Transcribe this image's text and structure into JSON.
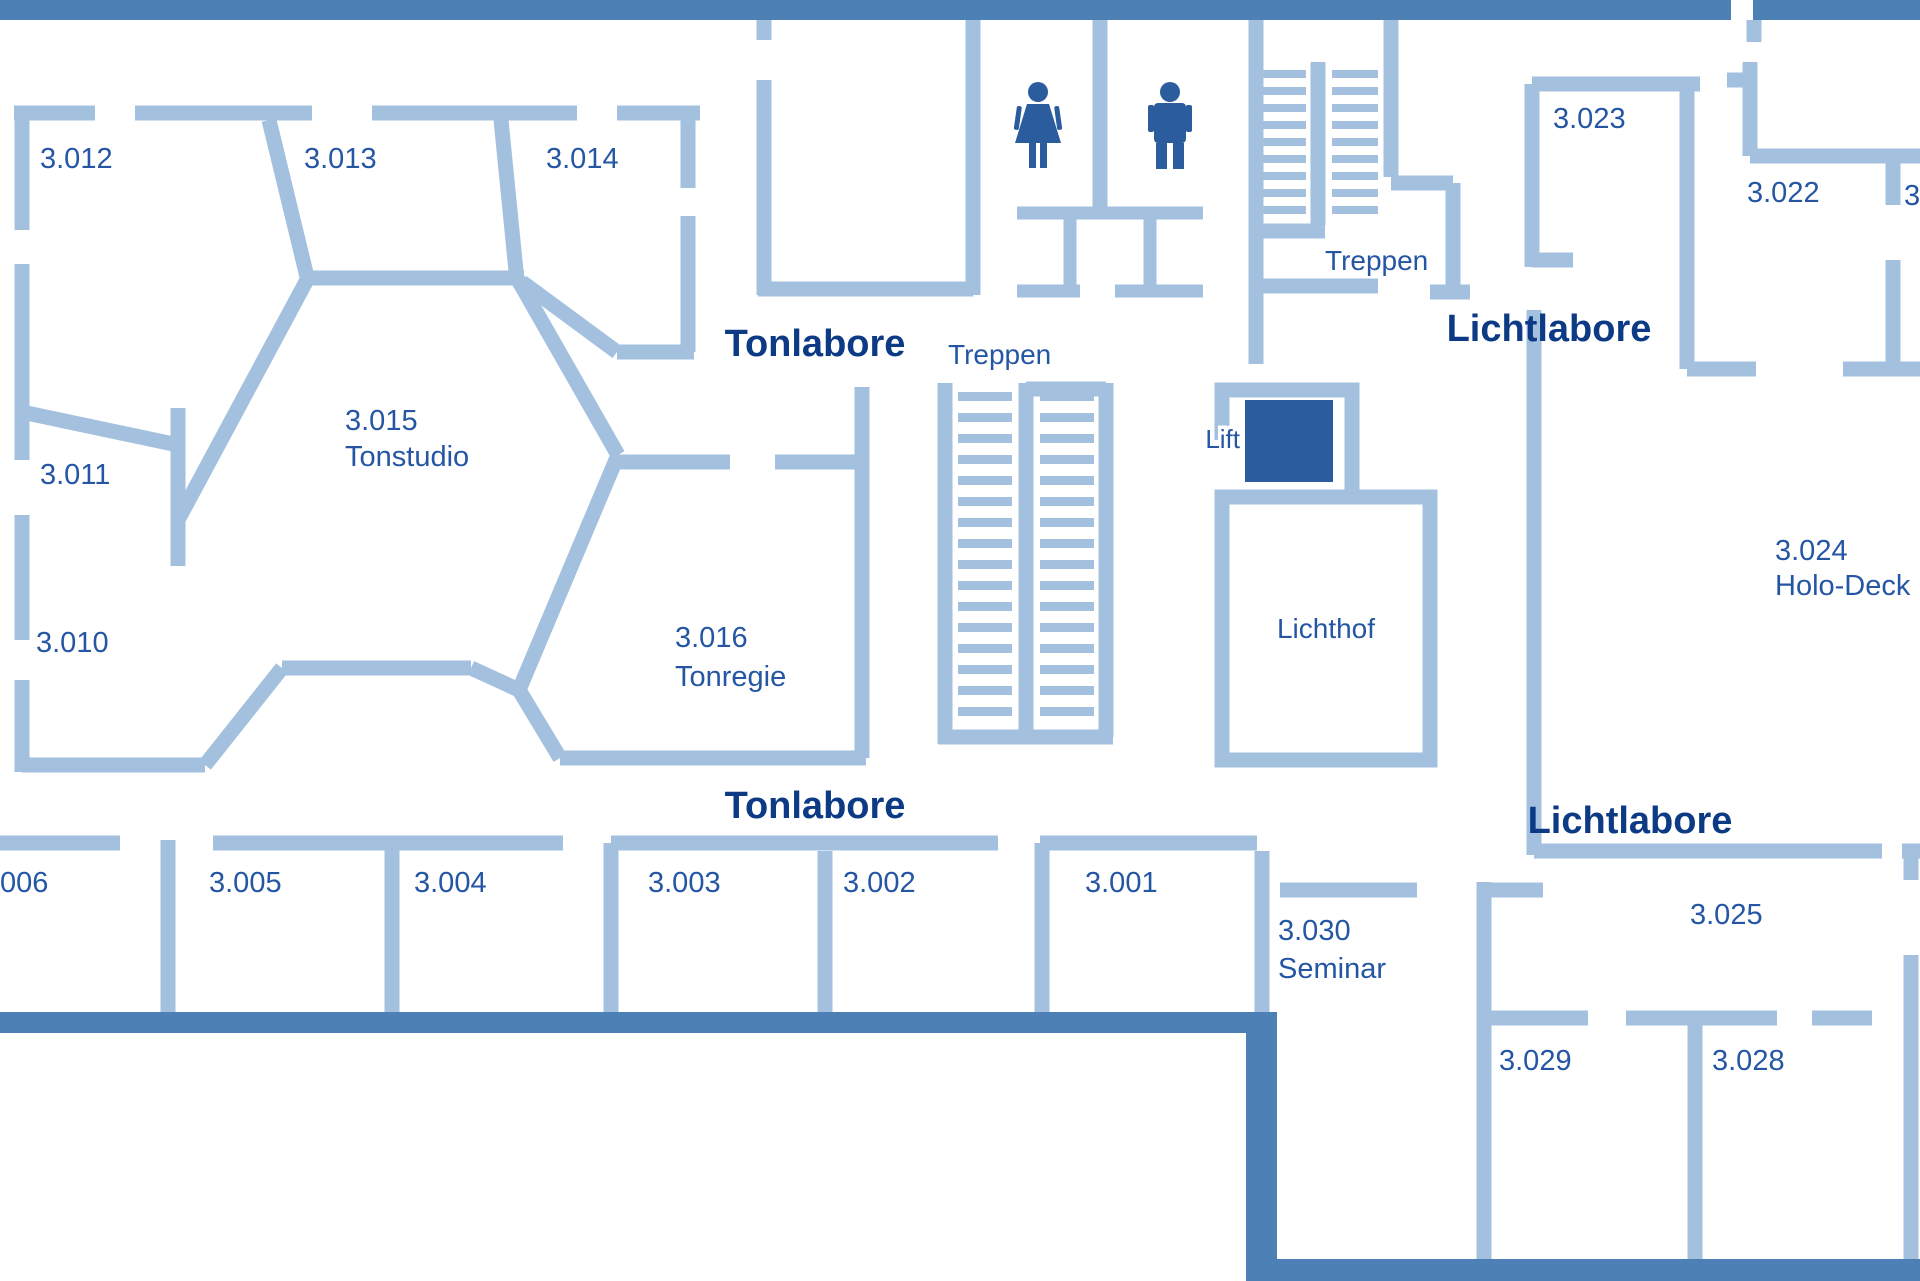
{
  "colors": {
    "wall": "#a3c1de",
    "outer_wall": "#4d80b4",
    "solid": "#2b5c9d",
    "room_label": "#2456a4",
    "section_label": "#0d3a85"
  },
  "sections": [
    {
      "id": "tonlabore-top",
      "label": "Tonlabore"
    },
    {
      "id": "tonlabore-bottom",
      "label": "Tonlabore"
    },
    {
      "id": "lichtlabore-top",
      "label": "Lichtlabore"
    },
    {
      "id": "lichtlabore-bottom",
      "label": "Lichtlabore"
    }
  ],
  "rooms": [
    {
      "number": "3.012",
      "name": ""
    },
    {
      "number": "3.013",
      "name": ""
    },
    {
      "number": "3.014",
      "name": ""
    },
    {
      "number": "3.011",
      "name": ""
    },
    {
      "number": "3.010",
      "name": ""
    },
    {
      "number": "3.015",
      "name": "Tonstudio"
    },
    {
      "number": "3.016",
      "name": "Tonregie"
    },
    {
      "number": "3.023",
      "name": ""
    },
    {
      "number": "3.022",
      "name": ""
    },
    {
      "number": "3",
      "name": ""
    },
    {
      "number": "3.024",
      "name": "Holo-Deck"
    },
    {
      "number": "006",
      "name": ""
    },
    {
      "number": "3.005",
      "name": ""
    },
    {
      "number": "3.004",
      "name": ""
    },
    {
      "number": "3.003",
      "name": ""
    },
    {
      "number": "3.002",
      "name": ""
    },
    {
      "number": "3.001",
      "name": ""
    },
    {
      "number": "3.030",
      "name": "Seminar"
    },
    {
      "number": "3.025",
      "name": ""
    },
    {
      "number": "3.029",
      "name": ""
    },
    {
      "number": "3.028",
      "name": ""
    }
  ],
  "labels": {
    "treppen_top": "Treppen",
    "treppen_mid": "Treppen",
    "lift": "Lift",
    "lichthof": "Lichthof"
  },
  "icons": [
    {
      "name": "female-icon"
    },
    {
      "name": "male-icon"
    }
  ]
}
